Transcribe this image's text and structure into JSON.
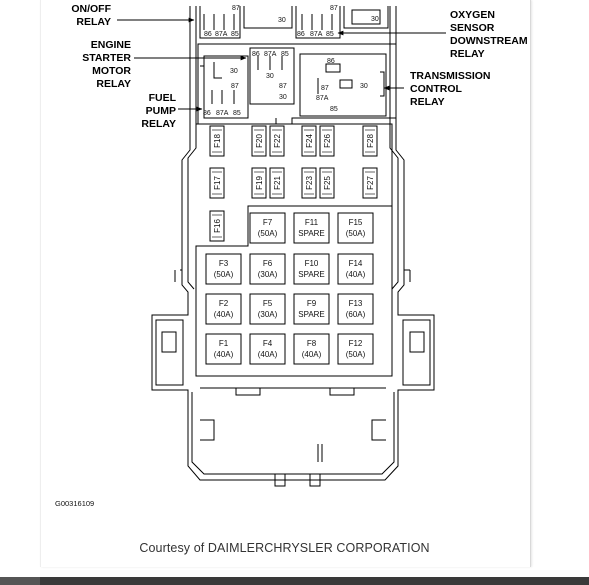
{
  "labels": {
    "on_off_relay": [
      "ON/OFF",
      "RELAY"
    ],
    "engine_starter_motor_relay": [
      "ENGINE",
      "STARTER",
      "MOTOR",
      "RELAY"
    ],
    "fuel_pump_relay": [
      "FUEL",
      "PUMP",
      "RELAY"
    ],
    "oxygen_sensor_downstream_relay": [
      "OXYGEN",
      "SENSOR",
      "DOWNSTREAM",
      "RELAY"
    ],
    "transmission_control_relay": [
      "TRANSMISSION",
      "CONTROL",
      "RELAY"
    ]
  },
  "relay_pins": {
    "top_left": [
      "87",
      "30",
      "86",
      "87A",
      "85"
    ],
    "top_mid": [
      "30"
    ],
    "top_right": [
      "87",
      "30",
      "86",
      "87A",
      "85"
    ],
    "starter": [
      "86",
      "87A",
      "85",
      "30",
      "87",
      "30"
    ],
    "fuel": [
      "30",
      "87",
      "86",
      "87A",
      "85"
    ],
    "trans": [
      "86",
      "30",
      "87",
      "87A",
      "85"
    ]
  },
  "mini_fuses": {
    "left_column": [
      "F18",
      "F17",
      "F16"
    ],
    "rows_top": [
      "F20",
      "F22",
      "F24",
      "F26",
      "F28"
    ],
    "rows_bottom": [
      "F19",
      "F21",
      "F23",
      "F25",
      "F27"
    ]
  },
  "maxi_fuses": [
    {
      "id": "F7",
      "rating": "(50A)"
    },
    {
      "id": "F11",
      "rating": "SPARE"
    },
    {
      "id": "F15",
      "rating": "(50A)"
    },
    {
      "id": "F3",
      "rating": "(50A)"
    },
    {
      "id": "F6",
      "rating": "(30A)"
    },
    {
      "id": "F10",
      "rating": "SPARE"
    },
    {
      "id": "F14",
      "rating": "(40A)"
    },
    {
      "id": "F2",
      "rating": "(40A)"
    },
    {
      "id": "F5",
      "rating": "(30A)"
    },
    {
      "id": "F9",
      "rating": "SPARE"
    },
    {
      "id": "F13",
      "rating": "(60A)"
    },
    {
      "id": "F1",
      "rating": "(40A)"
    },
    {
      "id": "F4",
      "rating": "(40A)"
    },
    {
      "id": "F8",
      "rating": "(40A)"
    },
    {
      "id": "F12",
      "rating": "(50A)"
    }
  ],
  "figure_code": "G00316109",
  "courtesy": "Courtesy of DAIMLERCHRYSLER CORPORATION"
}
